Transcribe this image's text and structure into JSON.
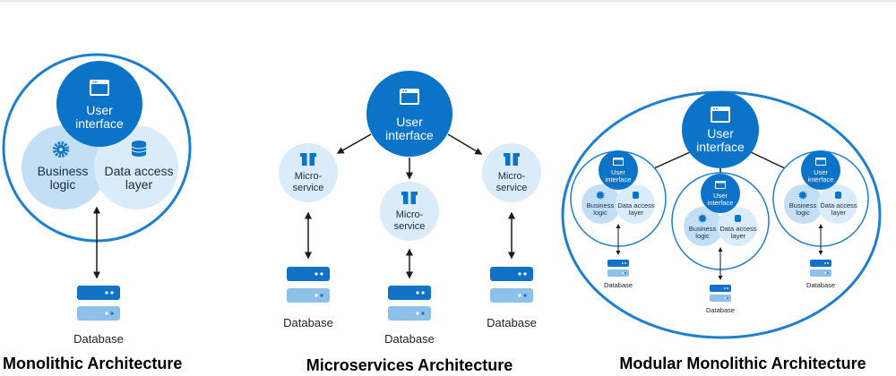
{
  "sections": {
    "monolithic": {
      "title": "Monolithic Architecture",
      "ui": [
        "User",
        "interface"
      ],
      "business": [
        "Business",
        "logic"
      ],
      "data_access": [
        "Data access",
        "layer"
      ],
      "database": "Database"
    },
    "microservices": {
      "title": "Microservices Architecture",
      "ui": [
        "User",
        "interface"
      ],
      "service": [
        "Micro-",
        "service"
      ],
      "database": "Database"
    },
    "modular": {
      "title": "Modular Monolithic Architecture",
      "ui": [
        "User",
        "interface"
      ],
      "module_ui": [
        "User",
        "interface"
      ],
      "business": [
        "Business",
        "logic"
      ],
      "data_access": [
        "Data access",
        "layer"
      ],
      "database": "Database"
    }
  },
  "colors": {
    "primary": "#0b73c8",
    "outline": "#1e7fd0",
    "light_bubble": "#c3dff5",
    "lighter_bubble": "#daecfa",
    "db_dark": "#1273c6",
    "db_light": "#8ec1ea"
  }
}
